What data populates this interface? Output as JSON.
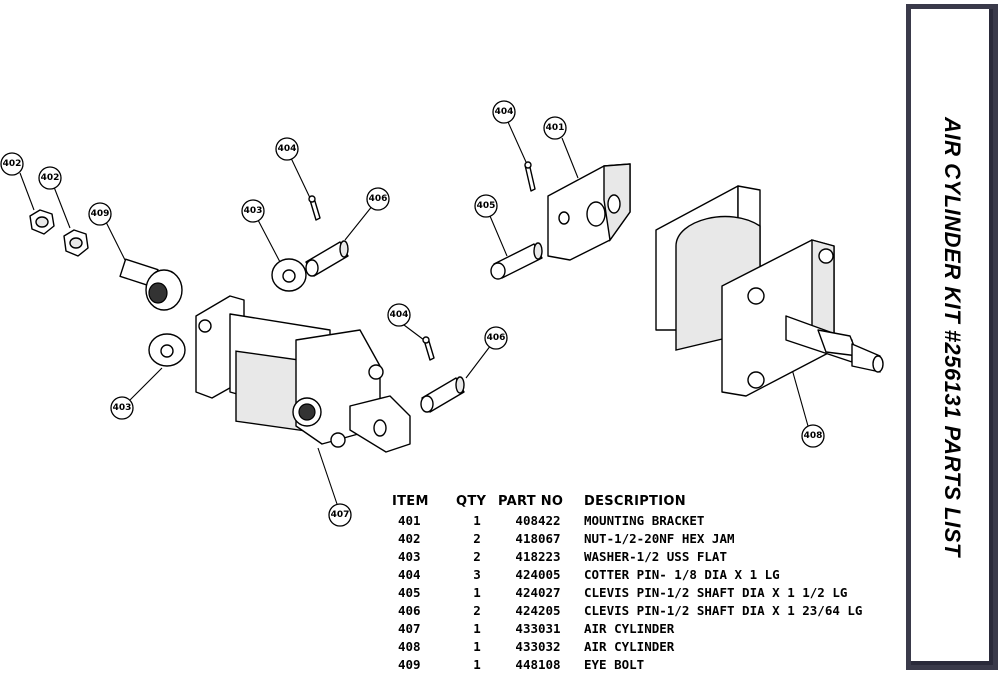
{
  "title": "AIR CYLINDER KIT #256131 PARTS LIST",
  "table": {
    "headers": {
      "item": "ITEM",
      "qty": "QTY",
      "part_no": "PART NO",
      "description": "DESCRIPTION"
    },
    "rows": [
      {
        "item": "401",
        "qty": "1",
        "part_no": "408422",
        "description": "MOUNTING BRACKET"
      },
      {
        "item": "402",
        "qty": "2",
        "part_no": "418067",
        "description": "NUT-1/2-20NF HEX JAM"
      },
      {
        "item": "403",
        "qty": "2",
        "part_no": "418223",
        "description": "WASHER-1/2 USS FLAT"
      },
      {
        "item": "404",
        "qty": "3",
        "part_no": "424005",
        "description": "COTTER PIN- 1/8 DIA X 1 LG"
      },
      {
        "item": "405",
        "qty": "1",
        "part_no": "424027",
        "description": "CLEVIS PIN-1/2 SHAFT DIA X 1 1/2 LG"
      },
      {
        "item": "406",
        "qty": "2",
        "part_no": "424205",
        "description": "CLEVIS PIN-1/2 SHAFT DIA X 1 23/64 LG"
      },
      {
        "item": "407",
        "qty": "1",
        "part_no": "433031",
        "description": "AIR CYLINDER"
      },
      {
        "item": "408",
        "qty": "1",
        "part_no": "433032",
        "description": "AIR CYLINDER"
      },
      {
        "item": "409",
        "qty": "1",
        "part_no": "448108",
        "description": "EYE BOLT"
      }
    ]
  },
  "callouts": {
    "c402a": "402",
    "c402b": "402",
    "c409": "409",
    "c403a": "403",
    "c404a": "404",
    "c406a": "406",
    "c403b": "403",
    "c404b": "404",
    "c406b": "406",
    "c407": "407",
    "c404c": "404",
    "c401": "401",
    "c405": "405",
    "c408": "408"
  }
}
